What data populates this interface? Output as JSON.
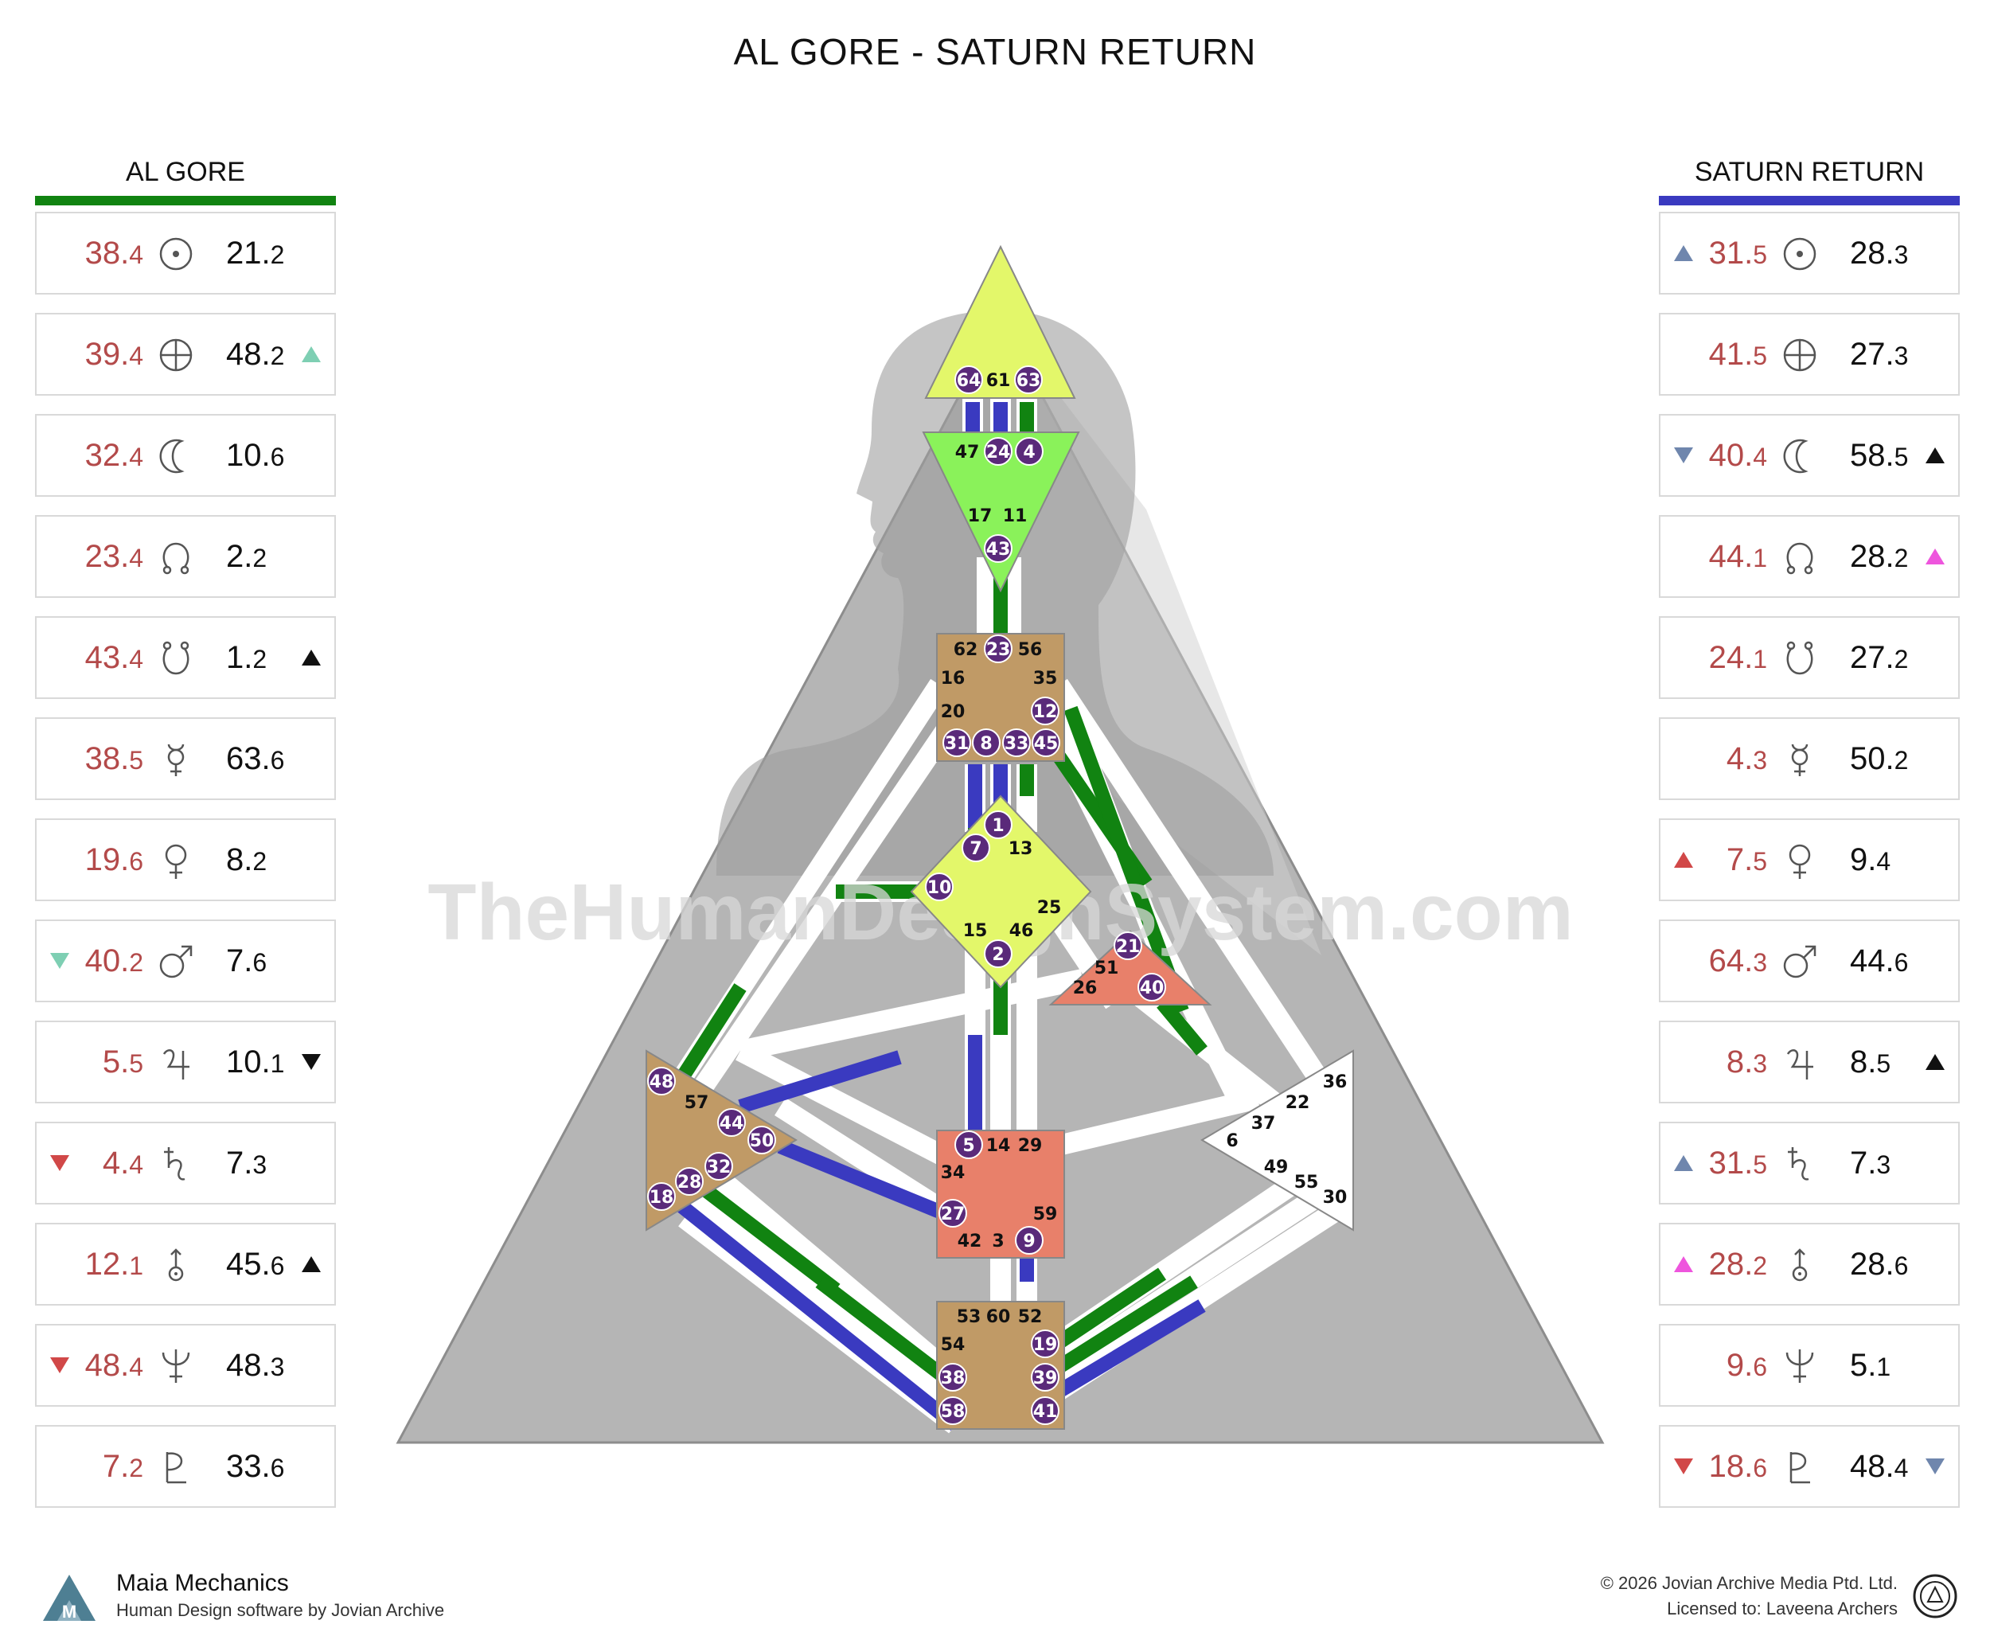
{
  "title": "AL GORE - SATURN RETURN",
  "colors": {
    "green": "#118311",
    "blue": "#3a3ac0",
    "red_text": "#b34a4a",
    "teal": "#7ecfb3",
    "slate": "#6f86ad",
    "pink": "#ee55dd",
    "red_mark": "#d14848",
    "purple": "#5a2a7a"
  },
  "left": {
    "header": "AL GORE",
    "rows": [
      {
        "planet": "sun-icon",
        "l_main": "38.",
        "l_sub": "4",
        "r_main": "21.",
        "r_sub": "2",
        "ml": "",
        "mr": ""
      },
      {
        "planet": "earth-icon",
        "l_main": "39.",
        "l_sub": "4",
        "r_main": "48.",
        "r_sub": "2",
        "ml": "",
        "mr": "tri-up-teal"
      },
      {
        "planet": "moon-icon",
        "l_main": "32.",
        "l_sub": "4",
        "r_main": "10.",
        "r_sub": "6",
        "ml": "",
        "mr": ""
      },
      {
        "planet": "north-node-icon",
        "l_main": "23.",
        "l_sub": "4",
        "r_main": "2.",
        "r_sub": "2",
        "ml": "",
        "mr": ""
      },
      {
        "planet": "south-node-icon",
        "l_main": "43.",
        "l_sub": "4",
        "r_main": "1.",
        "r_sub": "2",
        "ml": "",
        "mr": "tri-up-black"
      },
      {
        "planet": "mercury-icon",
        "l_main": "38.",
        "l_sub": "5",
        "r_main": "63.",
        "r_sub": "6",
        "ml": "",
        "mr": ""
      },
      {
        "planet": "venus-icon",
        "l_main": "19.",
        "l_sub": "6",
        "r_main": "8.",
        "r_sub": "2",
        "ml": "",
        "mr": ""
      },
      {
        "planet": "mars-icon",
        "l_main": "40.",
        "l_sub": "2",
        "r_main": "7.",
        "r_sub": "6",
        "ml": "tri-down-teal",
        "mr": ""
      },
      {
        "planet": "jupiter-icon",
        "l_main": "5.",
        "l_sub": "5",
        "r_main": "10.",
        "r_sub": "1",
        "ml": "",
        "mr": "tri-down-black"
      },
      {
        "planet": "saturn-icon",
        "l_main": "4.",
        "l_sub": "4",
        "r_main": "7.",
        "r_sub": "3",
        "ml": "tri-down-red",
        "mr": ""
      },
      {
        "planet": "uranus-icon",
        "l_main": "12.",
        "l_sub": "1",
        "r_main": "45.",
        "r_sub": "6",
        "ml": "",
        "mr": "tri-up-black"
      },
      {
        "planet": "neptune-icon",
        "l_main": "48.",
        "l_sub": "4",
        "r_main": "48.",
        "r_sub": "3",
        "ml": "tri-down-red",
        "mr": ""
      },
      {
        "planet": "pluto-icon",
        "l_main": "7.",
        "l_sub": "2",
        "r_main": "33.",
        "r_sub": "6",
        "ml": "",
        "mr": ""
      }
    ]
  },
  "right": {
    "header": "SATURN RETURN",
    "rows": [
      {
        "planet": "sun-icon",
        "l_main": "31.",
        "l_sub": "5",
        "r_main": "28.",
        "r_sub": "3",
        "ml": "tri-up-slate",
        "mr": ""
      },
      {
        "planet": "earth-icon",
        "l_main": "41.",
        "l_sub": "5",
        "r_main": "27.",
        "r_sub": "3",
        "ml": "",
        "mr": ""
      },
      {
        "planet": "moon-icon",
        "l_main": "40.",
        "l_sub": "4",
        "r_main": "58.",
        "r_sub": "5",
        "ml": "tri-down-slate",
        "mr": "tri-up-black"
      },
      {
        "planet": "north-node-icon",
        "l_main": "44.",
        "l_sub": "1",
        "r_main": "28.",
        "r_sub": "2",
        "ml": "",
        "mr": "tri-up-pink"
      },
      {
        "planet": "south-node-icon",
        "l_main": "24.",
        "l_sub": "1",
        "r_main": "27.",
        "r_sub": "2",
        "ml": "",
        "mr": ""
      },
      {
        "planet": "mercury-icon",
        "l_main": "4.",
        "l_sub": "3",
        "r_main": "50.",
        "r_sub": "2",
        "ml": "",
        "mr": ""
      },
      {
        "planet": "venus-icon",
        "l_main": "7.",
        "l_sub": "5",
        "r_main": "9.",
        "r_sub": "4",
        "ml": "tri-up-red",
        "mr": ""
      },
      {
        "planet": "mars-icon",
        "l_main": "64.",
        "l_sub": "3",
        "r_main": "44.",
        "r_sub": "6",
        "ml": "",
        "mr": ""
      },
      {
        "planet": "jupiter-icon",
        "l_main": "8.",
        "l_sub": "3",
        "r_main": "8.",
        "r_sub": "5",
        "ml": "",
        "mr": "tri-up-black"
      },
      {
        "planet": "saturn-icon",
        "l_main": "31.",
        "l_sub": "5",
        "r_main": "7.",
        "r_sub": "3",
        "ml": "tri-up-slate",
        "mr": ""
      },
      {
        "planet": "uranus-icon",
        "l_main": "28.",
        "l_sub": "2",
        "r_main": "28.",
        "r_sub": "6",
        "ml": "tri-up-pink",
        "mr": ""
      },
      {
        "planet": "neptune-icon",
        "l_main": "9.",
        "l_sub": "6",
        "r_main": "5.",
        "r_sub": "1",
        "ml": "",
        "mr": ""
      },
      {
        "planet": "pluto-icon",
        "l_main": "18.",
        "l_sub": "6",
        "r_main": "48.",
        "r_sub": "4",
        "ml": "tri-down-red",
        "mr": "tri-down-slate"
      }
    ]
  },
  "watermark": "TheHumanDesignSystem.com",
  "gates": {
    "head": {
      "g64": "64",
      "g61": "61",
      "g63": "63"
    },
    "ajna": {
      "g47": "47",
      "g24": "24",
      "g4": "4",
      "g17": "17",
      "g11": "11",
      "g43": "43"
    },
    "throat": {
      "g62": "62",
      "g23": "23",
      "g56": "56",
      "g16": "16",
      "g35": "35",
      "g20": "20",
      "g12": "12",
      "g31": "31",
      "g8": "8",
      "g33": "33",
      "g45": "45"
    },
    "g_center": {
      "g1": "1",
      "g7": "7",
      "g13": "13",
      "g10": "10",
      "g25": "25",
      "g15": "15",
      "g46": "46",
      "g2": "2"
    },
    "heart": {
      "g21": "21",
      "g51": "51",
      "g26": "26",
      "g40": "40"
    },
    "spleen": {
      "g48": "48",
      "g57": "57",
      "g44": "44",
      "g50": "50",
      "g32": "32",
      "g28": "28",
      "g18": "18"
    },
    "solar": {
      "g36": "36",
      "g22": "22",
      "g37": "37",
      "g6": "6",
      "g49": "49",
      "g55": "55",
      "g30": "30"
    },
    "sacral": {
      "g5": "5",
      "g14": "14",
      "g29": "29",
      "g34": "34",
      "g27": "27",
      "g59": "59",
      "g42": "42",
      "g3": "3",
      "g9": "9"
    },
    "root": {
      "g53": "53",
      "g60": "60",
      "g52": "52",
      "g54": "54",
      "g19": "19",
      "g38": "38",
      "g39": "39",
      "g58": "58",
      "g41": "41"
    }
  },
  "footer": {
    "brand": "Maia Mechanics",
    "tagline": "Human Design software by Jovian Archive",
    "copyright": "© 2026 Jovian Archive Media Ptd. Ltd.",
    "license": "Licensed to: Laveena Archers"
  }
}
